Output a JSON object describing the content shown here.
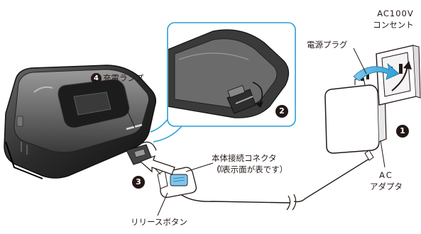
{
  "labels": {
    "outlet_voltage": "AC100V",
    "outlet_name": "コンセント",
    "power_plug": "電源プラグ",
    "charge_lamp": "充電ランプ",
    "connector_name": "本体接続コネクタ",
    "connector_note": "（ 表示面が表です）",
    "connector_symbol": "◊◊",
    "release_button": "リリースボタン",
    "adapter_line1": "AC",
    "adapter_line2": "アダプタ"
  },
  "steps": {
    "step1": "1",
    "step2": "2",
    "step3": "3",
    "step4": "4"
  },
  "colors": {
    "accent_blue": "#2a9fd6",
    "line_dark": "#231815"
  }
}
